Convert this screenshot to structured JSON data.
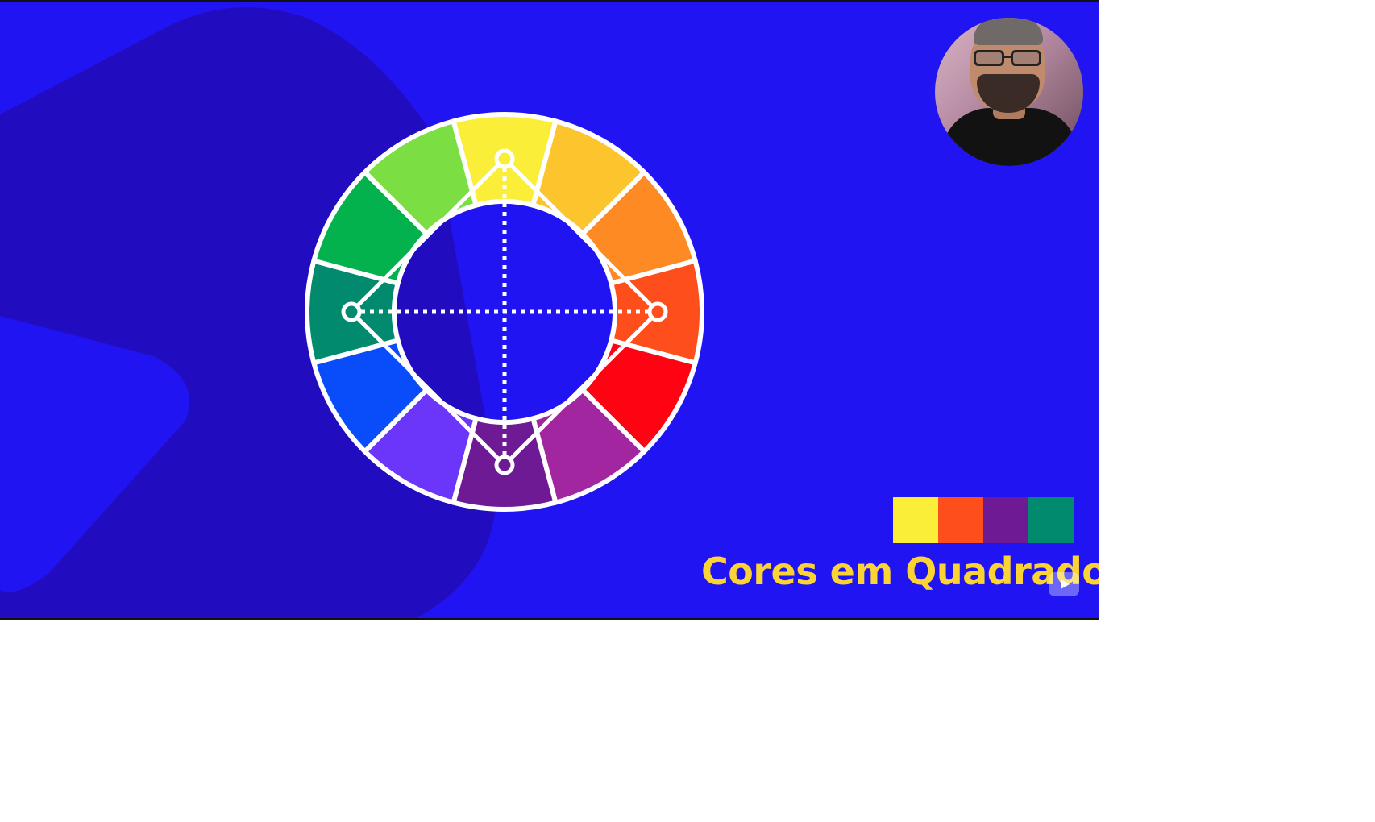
{
  "title": "Cores em Quadrado",
  "colors": {
    "background": "#2114f2",
    "background_shape": "#220cc0",
    "title_color": "#fbd335",
    "wheel_outline": "#ffffff"
  },
  "wheel": {
    "segments": [
      {
        "name": "yellow",
        "color": "#fbee39"
      },
      {
        "name": "yellow-orange",
        "color": "#fcc52e"
      },
      {
        "name": "orange",
        "color": "#fd8a23"
      },
      {
        "name": "red-orange",
        "color": "#fe4e1b"
      },
      {
        "name": "red",
        "color": "#fe0312"
      },
      {
        "name": "red-violet",
        "color": "#a2269f"
      },
      {
        "name": "violet",
        "color": "#6e1a95"
      },
      {
        "name": "blue-violet",
        "color": "#6b35fa"
      },
      {
        "name": "blue",
        "color": "#084cfa"
      },
      {
        "name": "blue-green",
        "color": "#028a6f"
      },
      {
        "name": "green",
        "color": "#03b14d"
      },
      {
        "name": "yellow-green",
        "color": "#7bdf43"
      }
    ],
    "square_scheme_indices": [
      0,
      3,
      6,
      9
    ]
  },
  "palette": [
    "#fbee39",
    "#fe4e1b",
    "#6e1a95",
    "#028a6f"
  ],
  "icons": {
    "webcam": "presenter-webcam",
    "player_logo": "video-player-logo-icon"
  }
}
